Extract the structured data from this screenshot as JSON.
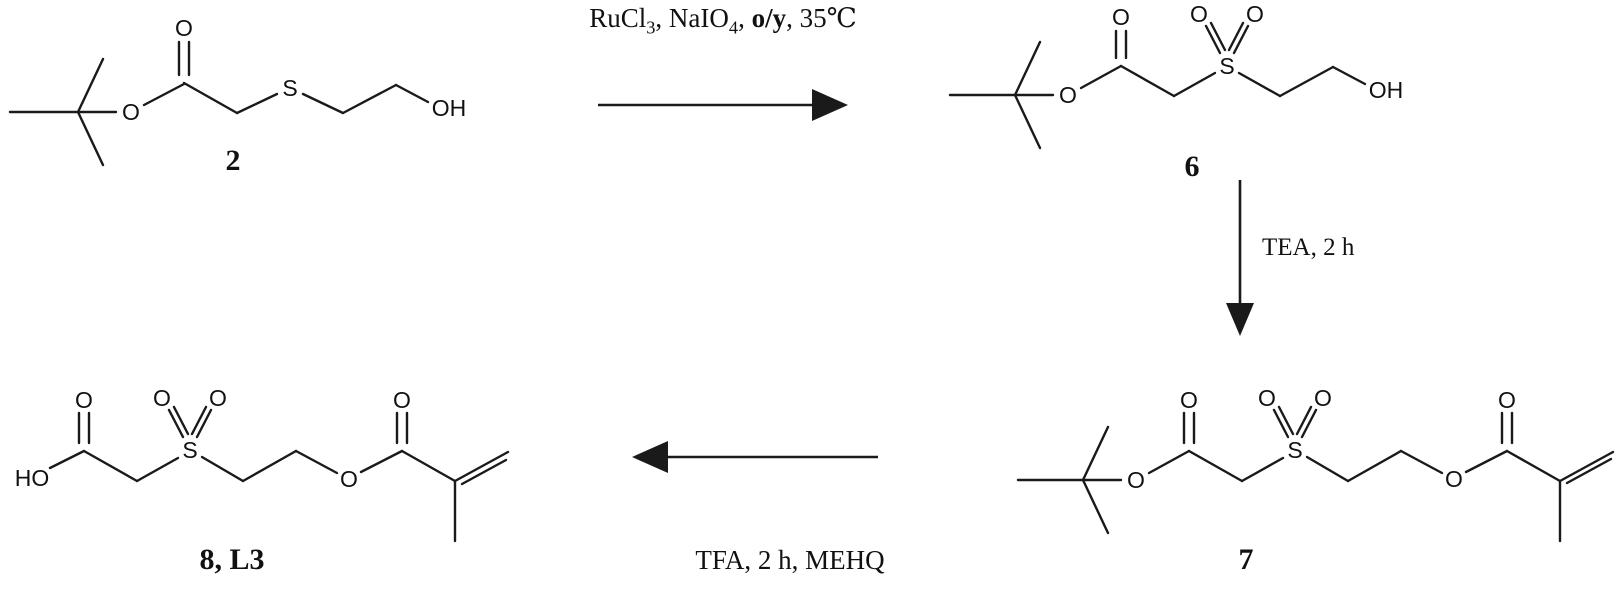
{
  "figure": {
    "kind": "chemical-reaction-scheme",
    "background_color": "#ffffff",
    "ink_color": "#1a1a1a"
  },
  "reagents": {
    "step1": {
      "part1": "RuCl",
      "sub1": "3",
      "part2": ", NaIO",
      "sub2": "4",
      "part3": ", ",
      "bold": "o/y",
      "part4": ", 35℃"
    },
    "step2": "TEA, 2 h",
    "step3": "TFA, 2 h, MEHQ"
  },
  "compounds": {
    "c2": {
      "label": "2",
      "atoms": {
        "ester_o": "O",
        "carbonyl_o": "O",
        "sulfur": "S",
        "hydroxyl": "OH"
      }
    },
    "c6": {
      "label": "6",
      "atoms": {
        "ester_o": "O",
        "carbonyl_o": "O",
        "sulfur": "S",
        "sulfonyl_o1": "O",
        "sulfonyl_o2": "O",
        "hydroxyl": "OH"
      }
    },
    "c7": {
      "label": "7",
      "atoms": {
        "ester_o": "O",
        "carbonyl_o": "O",
        "sulfur": "S",
        "sulfonyl_o1": "O",
        "sulfonyl_o2": "O",
        "ester_o2": "O",
        "carbonyl_o2": "O"
      }
    },
    "c8": {
      "label": "8, L3",
      "atoms": {
        "acid_oh": "HO",
        "carbonyl_o": "O",
        "sulfur": "S",
        "sulfonyl_o1": "O",
        "sulfonyl_o2": "O",
        "ester_o": "O",
        "carbonyl_o2": "O"
      }
    }
  }
}
